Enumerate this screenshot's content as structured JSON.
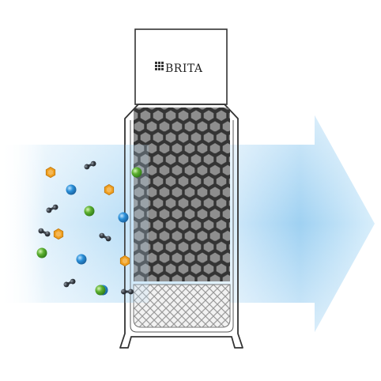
{
  "brand": {
    "name": "BRITA",
    "logo_icon": "brita-grid-logo-icon"
  },
  "filter": {
    "upper_media": "activated-carbon-honeycomb",
    "lower_media": "fine-mesh-prefilter"
  },
  "flow": {
    "direction": "left-to-right",
    "arrow_icon": "airflow-arrow-icon"
  },
  "particles": [
    {
      "kind": "hexagon",
      "color": "#f0a020",
      "count": 4
    },
    {
      "kind": "blue-sphere",
      "color": "#2a8fd8",
      "count": 4
    },
    {
      "kind": "green-sphere",
      "color": "#5cb030",
      "count": 4
    },
    {
      "kind": "dumbbell",
      "color": "#3a4048",
      "count": 6
    }
  ],
  "colors": {
    "flow_blue": "#7ec4ee",
    "flow_pale": "#e4f3fc",
    "carbon_dark": "#2c2c2c",
    "carbon_cell": "#8a8a8a",
    "housing_outline": "#333333",
    "mesh": "#9a9a9a"
  }
}
